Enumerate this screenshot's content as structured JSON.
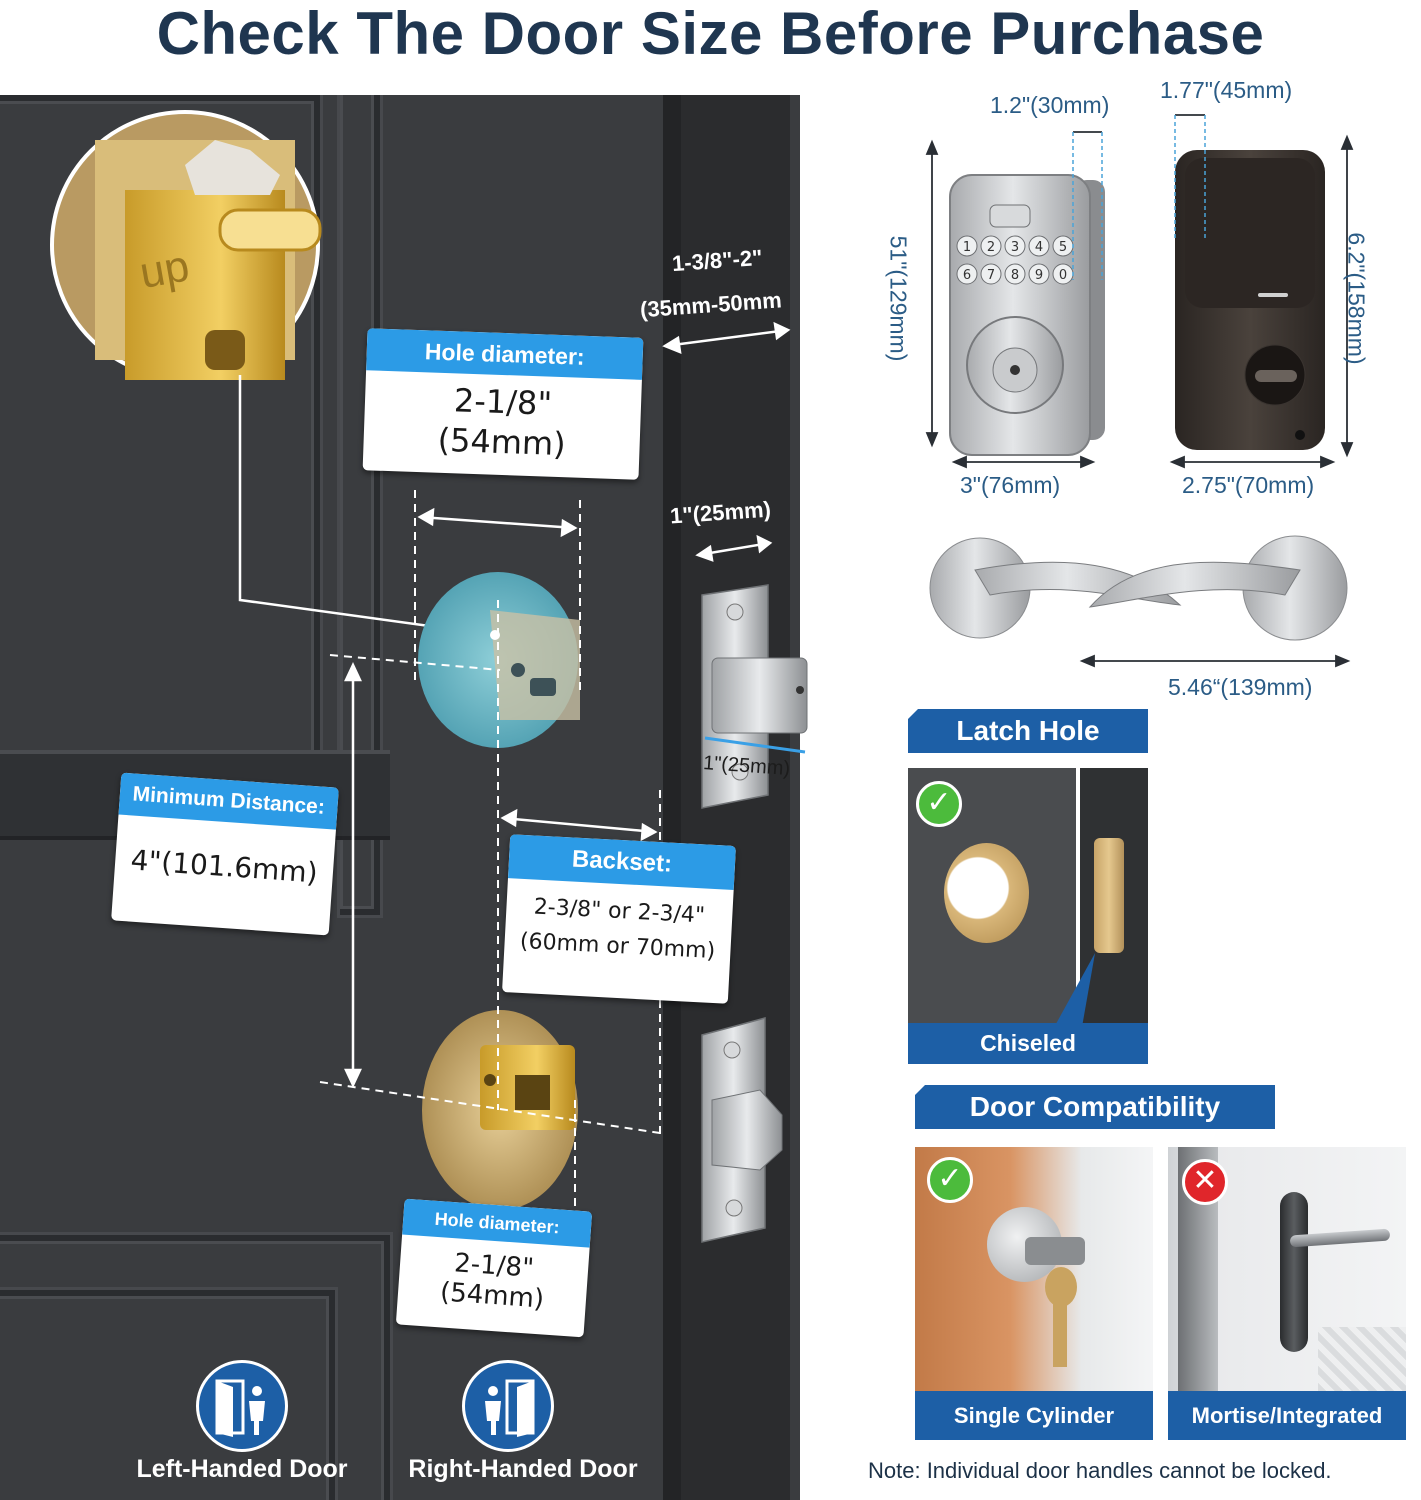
{
  "title": "Check The Door Size Before Purchase",
  "door": {
    "hole_label": {
      "heading": "Hole diameter:",
      "value": "2-1/8\"",
      "metric": "(54mm)"
    },
    "min_distance_label": {
      "heading": "Minimum Distance:",
      "value": "4\"(101.6mm)"
    },
    "backset_label": {
      "heading": "Backset:",
      "line1": "2-3/8\" or 2-3/4\"",
      "line2": "(60mm or 70mm)"
    },
    "hole_label_lower": {
      "heading": "Hole diameter:",
      "value": "2-1/8\"",
      "metric": "(54mm)"
    },
    "thickness_line1": "1-3/8\"-2\"",
    "thickness_line2": "(35mm-50mm",
    "latch_width": "1\"(25mm)",
    "latch_depth": "1\"(25mm)",
    "left_handed": "Left-Handed Door",
    "right_handed": "Right-Handed Door",
    "latch_engraving": "up"
  },
  "dimensions": {
    "keypad_depth": "1.2\"(30mm)",
    "interior_depth": "1.77\"(45mm)",
    "keypad_height": "51\"(129mm)",
    "interior_height": "6.2\"(158mm)",
    "keypad_width": "3\"(76mm)",
    "interior_width": "2.75\"(70mm)",
    "lever_width": "5.46“(139mm)",
    "keypad_keys": [
      "1",
      "2",
      "3",
      "4",
      "5",
      "6",
      "7",
      "8",
      "9",
      "0"
    ]
  },
  "latch_hole": {
    "heading": "Latch Hole",
    "caption": "Chiseled",
    "status": "check"
  },
  "compatibility": {
    "heading": "Door Compatibility",
    "items": [
      {
        "caption": "Single Cylinder",
        "status": "check"
      },
      {
        "caption": "Mortise/Integrated",
        "status": "cross"
      }
    ]
  },
  "note": "Note: Individual door handles cannot be locked.",
  "colors": {
    "title": "#1f3650",
    "accent_blue": "#2c9be6",
    "section_blue": "#1d5fa6",
    "check_green": "#4cbb3c",
    "cross_red": "#e0262b",
    "door": "#3a3c3f"
  }
}
